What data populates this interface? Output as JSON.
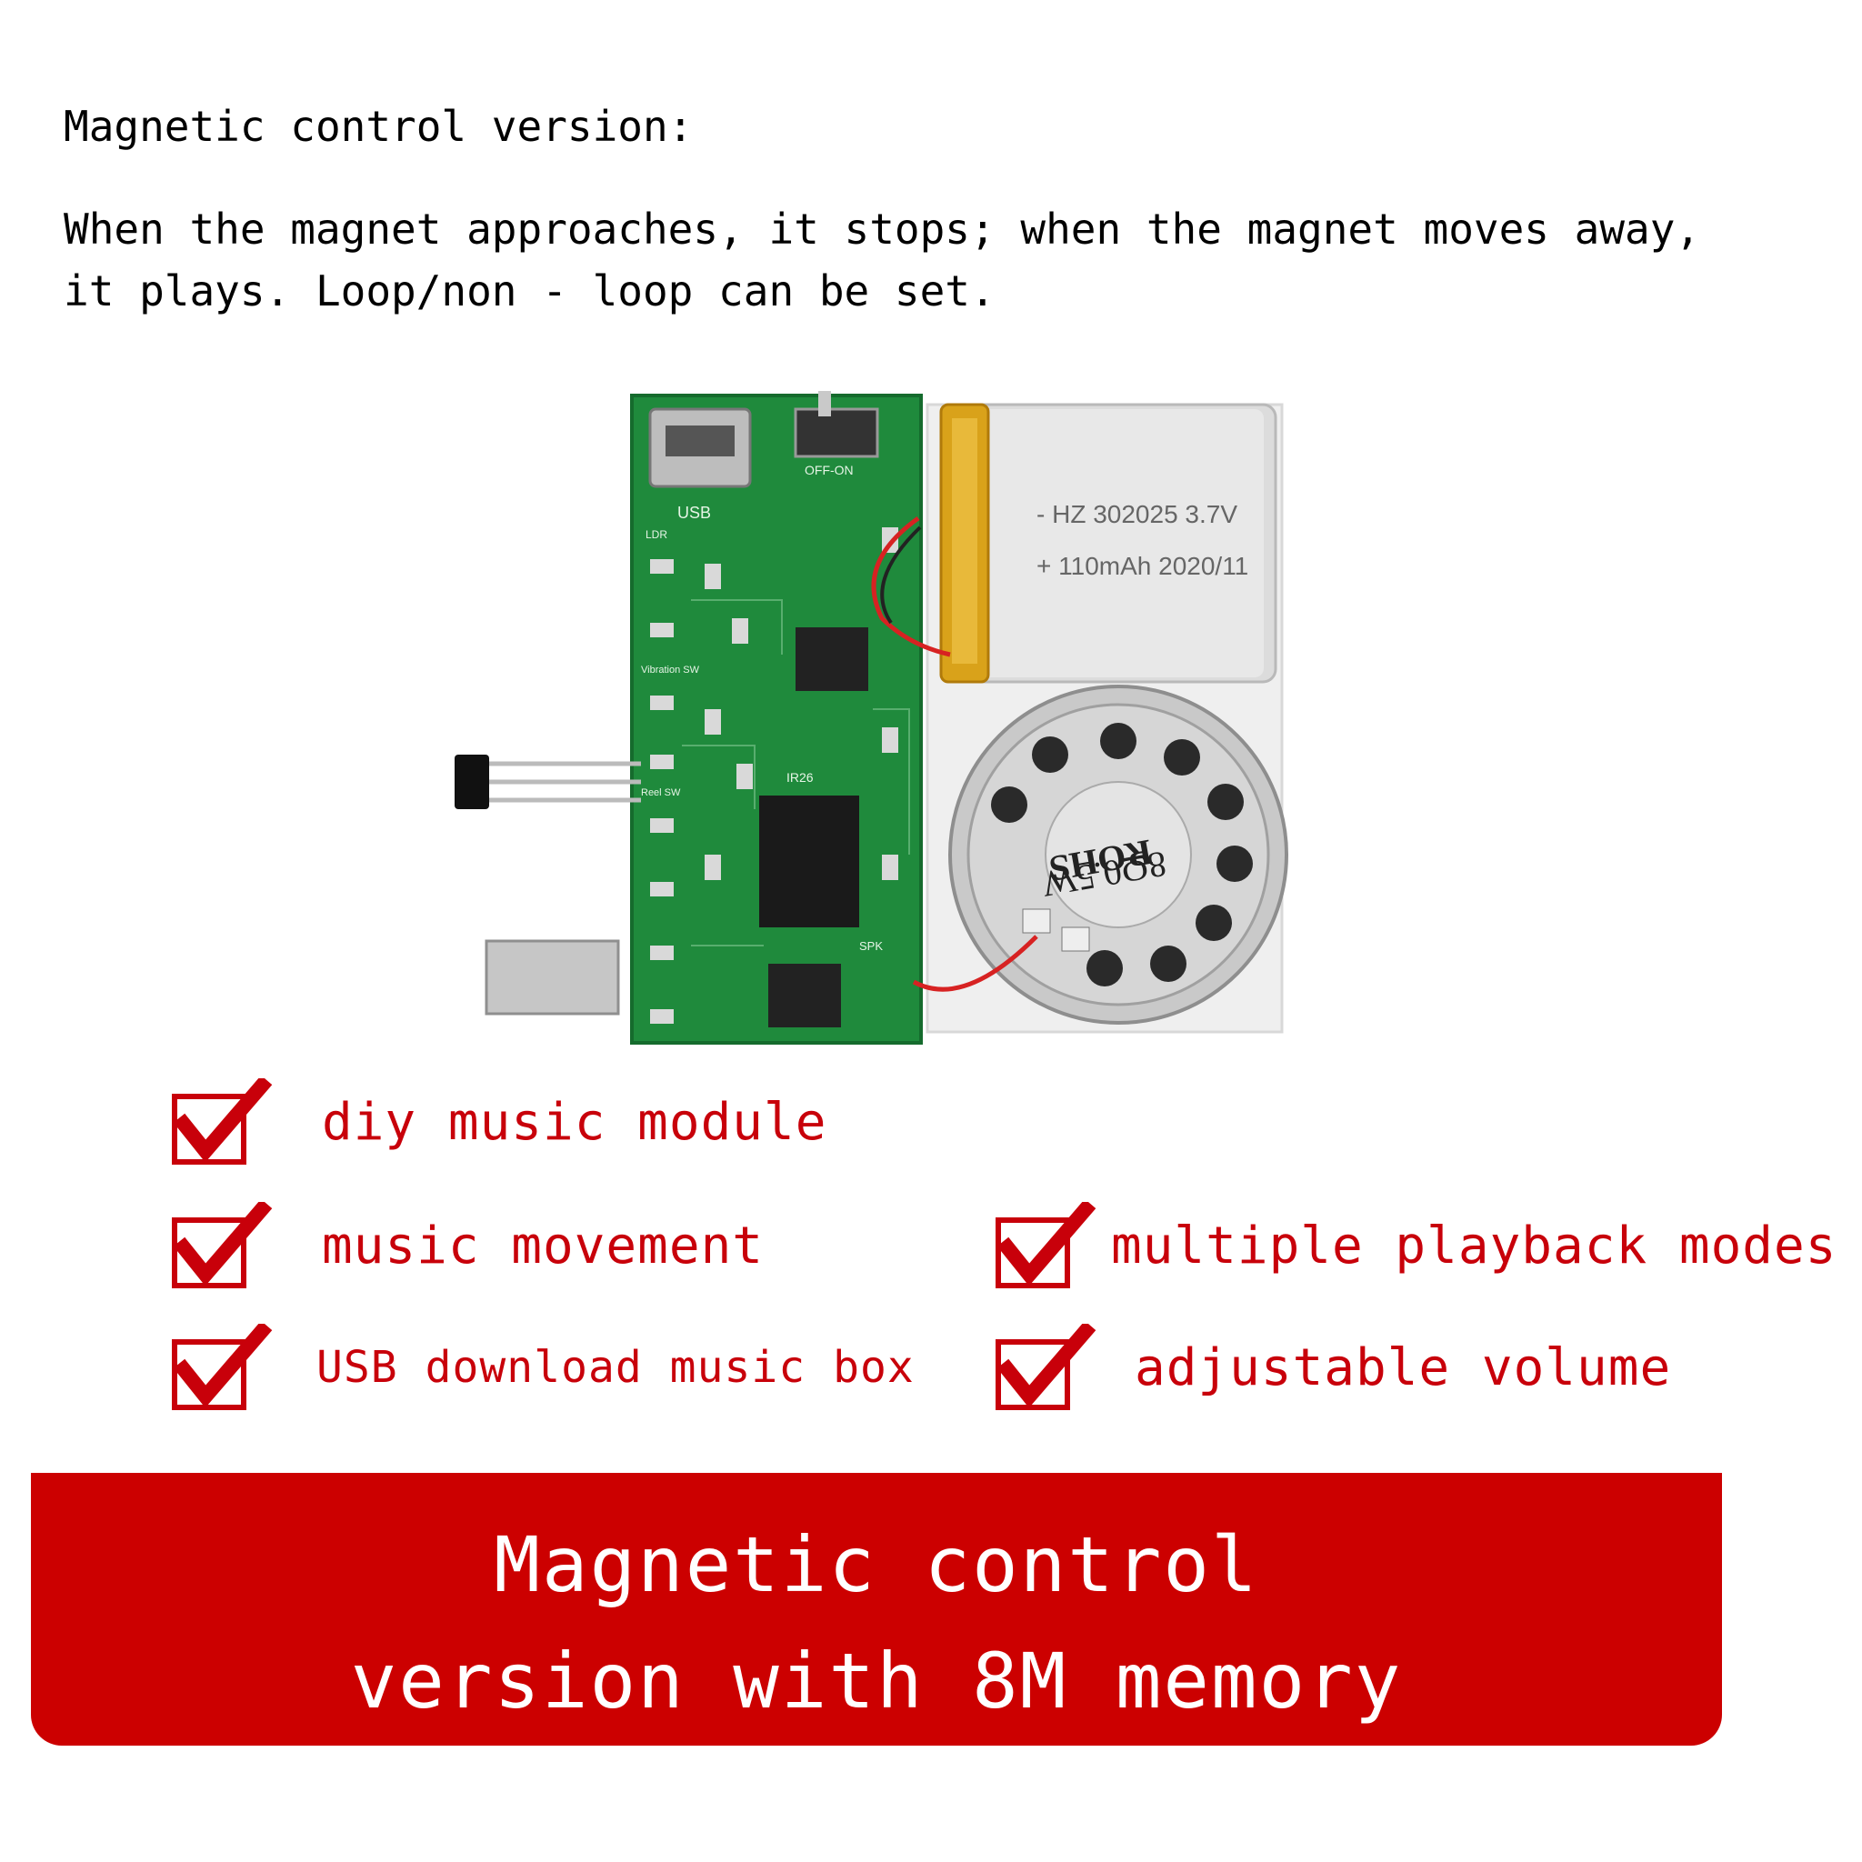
{
  "intro": {
    "heading": "Magnetic control version:",
    "line1": "When the magnet approaches, it stops; when the magnet moves away,",
    "line2": "it plays. Loop/non - loop can be set."
  },
  "product_image": {
    "battery_line1": "- HZ 302025 3.7V",
    "battery_line2": "+ 110mAh 2020/11",
    "speaker_line1": "8Ω0.5W",
    "speaker_line2": "ROHS",
    "pcb_labels": [
      "USB",
      "LDR",
      "OFF-ON",
      "Vibration SW",
      "Reel SW",
      "SPK",
      "IR26"
    ]
  },
  "features": [
    {
      "label": "diy music module",
      "icon": "checkmark-icon"
    },
    {
      "label": "music movement",
      "icon": "checkmark-icon"
    },
    {
      "label": "multiple playback modes",
      "icon": "checkmark-icon"
    },
    {
      "label": "USB download music box",
      "icon": "checkmark-icon"
    },
    {
      "label": "adjustable volume",
      "icon": "checkmark-icon"
    }
  ],
  "banner": {
    "line1": "Magnetic control",
    "line2": "version with 8M memory"
  },
  "colors": {
    "accent_red": "#cc0000",
    "feature_text_red": "#c8000a",
    "pcb_green": "#1f8a3c"
  }
}
